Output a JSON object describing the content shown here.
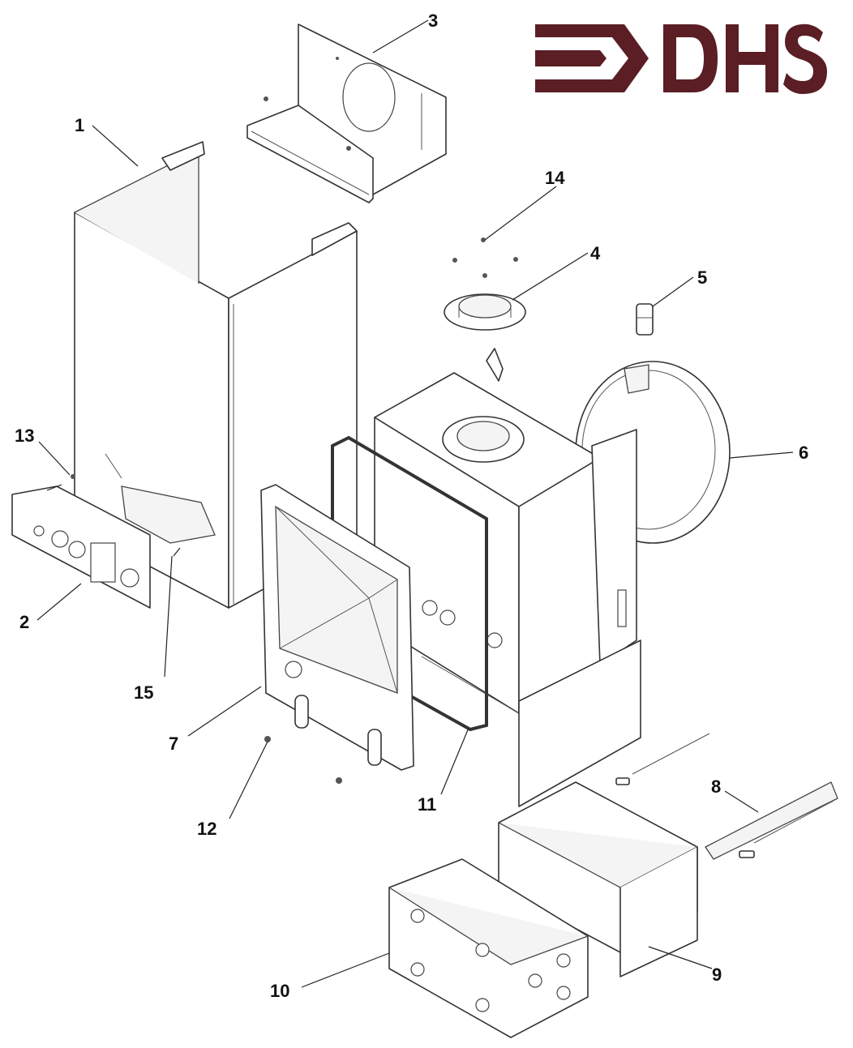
{
  "logo": {
    "text": "DHS",
    "color": "#5a1e24"
  },
  "callouts": [
    {
      "id": "1",
      "label": "1"
    },
    {
      "id": "2",
      "label": "2"
    },
    {
      "id": "3",
      "label": "3"
    },
    {
      "id": "4",
      "label": "4"
    },
    {
      "id": "5",
      "label": "5"
    },
    {
      "id": "6",
      "label": "6"
    },
    {
      "id": "7",
      "label": "7"
    },
    {
      "id": "8",
      "label": "8"
    },
    {
      "id": "9",
      "label": "9"
    },
    {
      "id": "10",
      "label": "10"
    },
    {
      "id": "11",
      "label": "11"
    },
    {
      "id": "12",
      "label": "12"
    },
    {
      "id": "13",
      "label": "13"
    },
    {
      "id": "14",
      "label": "14"
    },
    {
      "id": "15",
      "label": "15"
    }
  ]
}
